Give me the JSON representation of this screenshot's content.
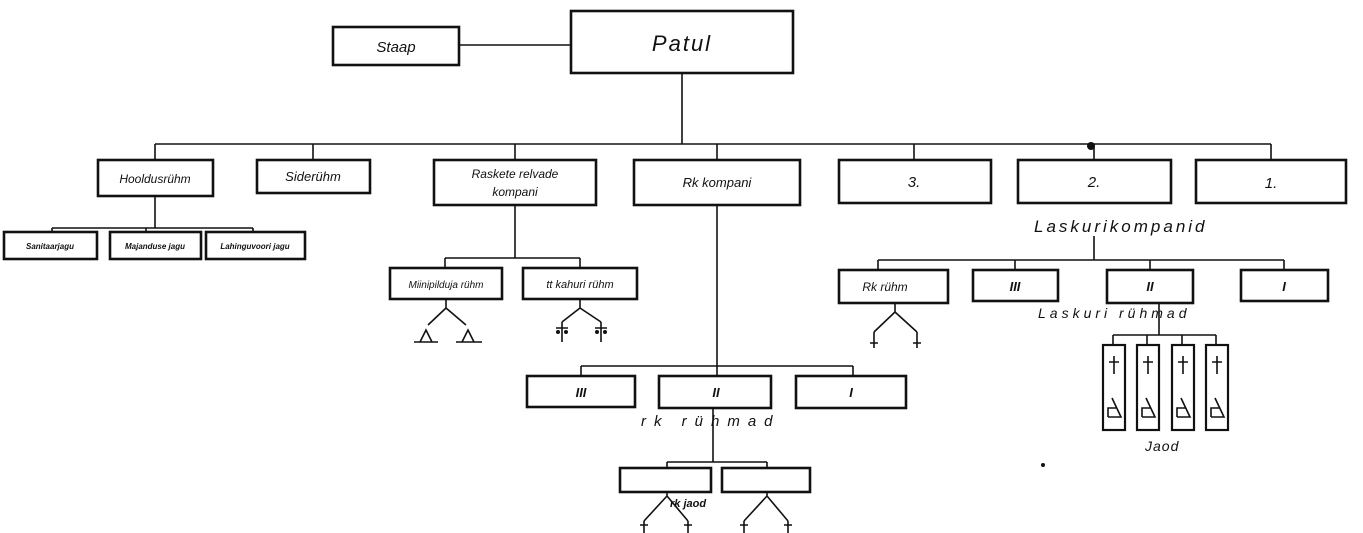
{
  "nodes": {
    "staap": "Staap",
    "patul": "Patul",
    "hooldusruhm": "Hooldusrühm",
    "sideruhm": "Siderühm",
    "raskete_line1": "Raskete relvade",
    "raskete_line2": "kompani",
    "rk_kompani": "Rk kompani",
    "laskuri_3": "3.",
    "laskuri_2": "2.",
    "laskuri_1": "1.",
    "sanitaarjagu": "Sanitaarjagu",
    "majanduse_jagu": "Majanduse jagu",
    "lahinguvoori_jagu": "Lahinguvoori jagu",
    "miinipilduja_ruhm": "Miinipilduja rühm",
    "tt_kahuri_ruhm": "tt kahuri rühm",
    "rk_III": "III",
    "rk_II": "II",
    "rk_I": "I",
    "rk_ruhm": "Rk rühm",
    "lr_III": "III",
    "lr_II": "II",
    "lr_I": "I"
  },
  "labels": {
    "laskurikompanid": "Laskurikompanid",
    "laskuri_ruhmad": "Laskuri rühmad",
    "rk_ruhmad": "rk rühmad",
    "rk_jaod": "rk jaod",
    "jaod": "Jaod"
  }
}
